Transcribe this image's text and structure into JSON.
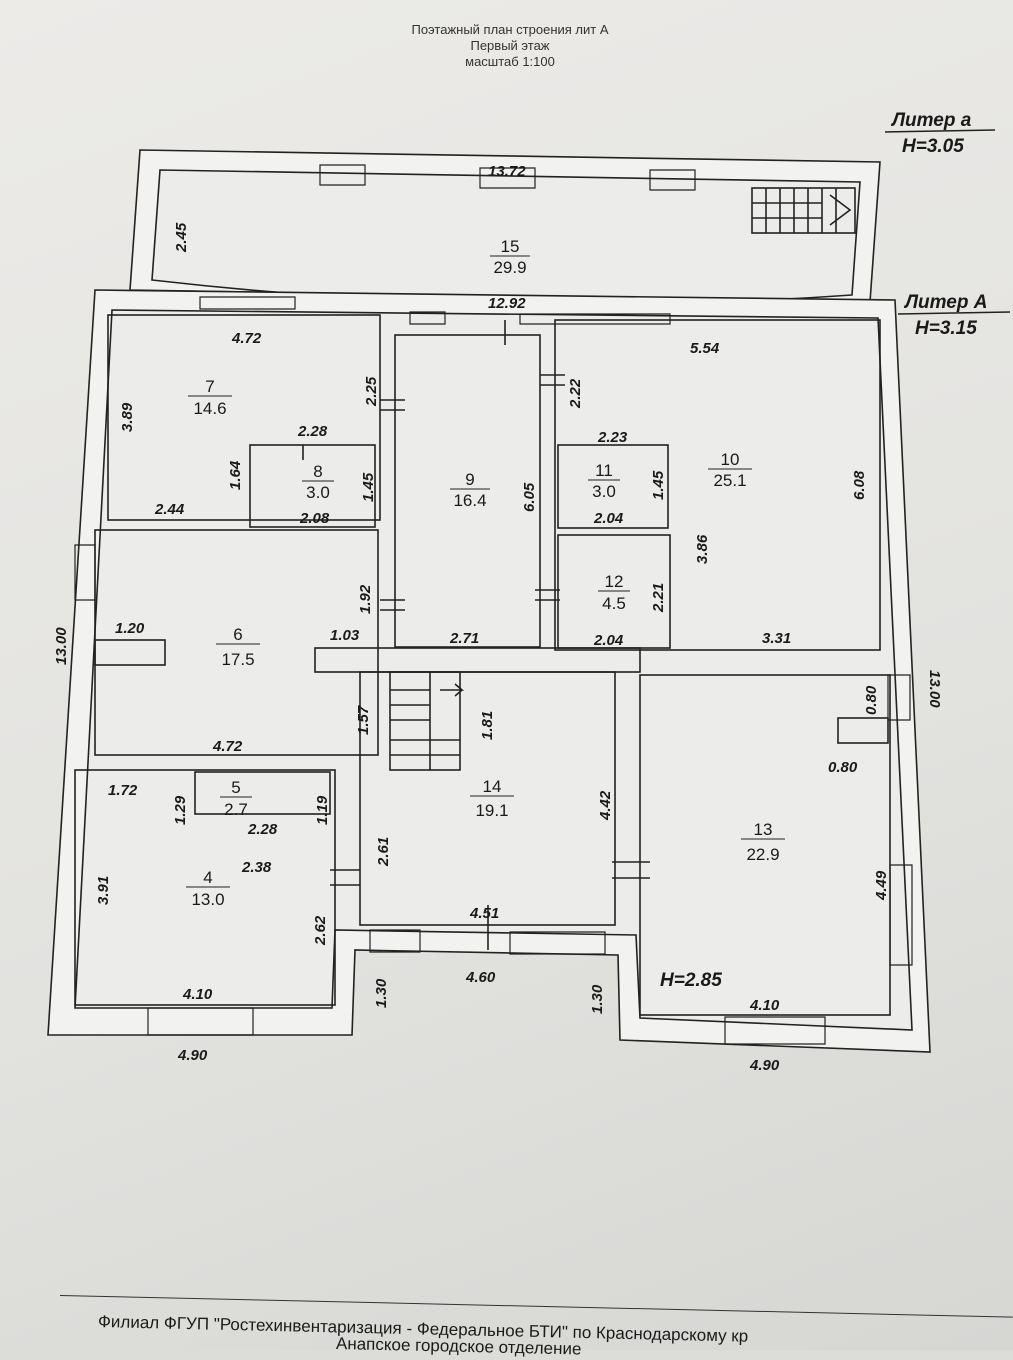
{
  "title": {
    "line1": "Поэтажный план строения лит А",
    "line2": "Первый этаж",
    "line3": "масштаб 1:100"
  },
  "liters": [
    {
      "name": "Литер а",
      "height": "H=3.05"
    },
    {
      "name": "Литер А",
      "height": "H=3.15"
    }
  ],
  "extra_height": "H=2.85",
  "rooms": [
    {
      "num": "15",
      "area": "29.9"
    },
    {
      "num": "7",
      "area": "14.6"
    },
    {
      "num": "8",
      "area": "3.0"
    },
    {
      "num": "9",
      "area": "16.4"
    },
    {
      "num": "11",
      "area": "3.0"
    },
    {
      "num": "10",
      "area": "25.1"
    },
    {
      "num": "12",
      "area": "4.5"
    },
    {
      "num": "6",
      "area": "17.5"
    },
    {
      "num": "5",
      "area": "2.7"
    },
    {
      "num": "14",
      "area": "19.1"
    },
    {
      "num": "13",
      "area": "22.9"
    },
    {
      "num": "4",
      "area": "13.0"
    }
  ],
  "dims": [
    "13.72",
    "2.45",
    "12.92",
    "4.72",
    "2.25",
    "3.89",
    "2.28",
    "1.64",
    "1.45",
    "2.44",
    "2.08",
    "6.05",
    "2.22",
    "5.54",
    "2.23",
    "1.45",
    "2.04",
    "6.08",
    "3.86",
    "2.21",
    "2.04",
    "3.31",
    "13.00",
    "1.20",
    "1.92",
    "1.03",
    "2.71",
    "13.00",
    "0.80",
    "0.80",
    "1.57",
    "4.72",
    "1.81",
    "1.72",
    "1.29",
    "1.19",
    "2.28",
    "2.38",
    "2.61",
    "4.42",
    "3.91",
    "2.62",
    "4.51",
    "4.49",
    "4.10",
    "1.30",
    "4.60",
    "1.30",
    "4.10",
    "4.90",
    "4.90"
  ],
  "footer": {
    "line1": "Филиал ФГУП \"Ростехинвентаризация - Федеральное БТИ\" по Краснодарскому кр",
    "line2": "Анапское городское отделение"
  }
}
